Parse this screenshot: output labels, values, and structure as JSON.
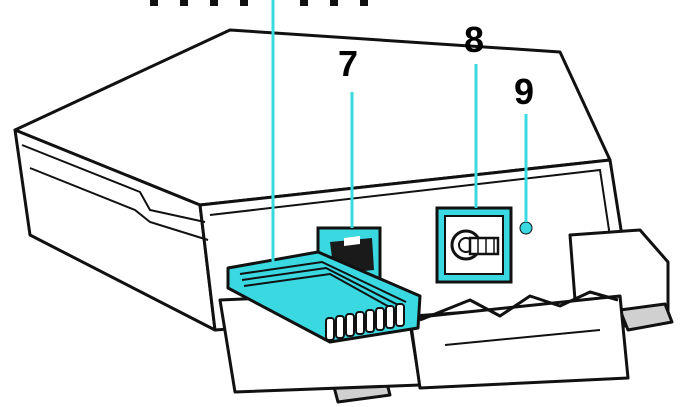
{
  "callouts": {
    "label_7": "7",
    "label_8": "8",
    "label_9": "9"
  },
  "colors": {
    "highlight": "#3ad8e0",
    "outline": "#111111",
    "device_fill": "#ffffff",
    "port_fill": "#1a1a1a"
  },
  "parts": {
    "comb_connector": "cyan-highlighted-edge-connector",
    "port_7": "rj-jack",
    "port_8": "coaxial-connector",
    "point_9": "indicator-dot"
  }
}
